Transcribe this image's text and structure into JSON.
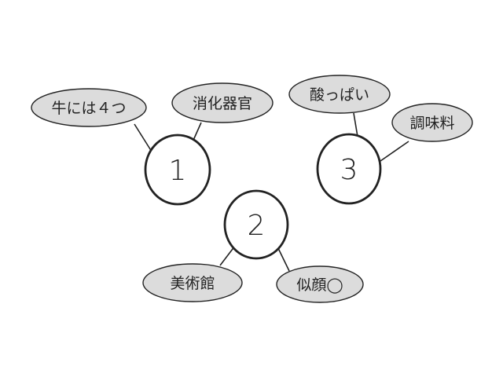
{
  "colors": {
    "background": "#ffffff",
    "stroke": "#222222",
    "bubble_fill": "#dcdcdc",
    "hub_fill": "#ffffff"
  },
  "hubs": [
    {
      "number": "1",
      "bubbles": [
        "牛には４つ",
        "消化器官"
      ]
    },
    {
      "number": "2",
      "bubbles": [
        "美術館",
        "似顔◯"
      ]
    },
    {
      "number": "3",
      "bubbles": [
        "酸っぱい",
        "調味料"
      ]
    }
  ]
}
